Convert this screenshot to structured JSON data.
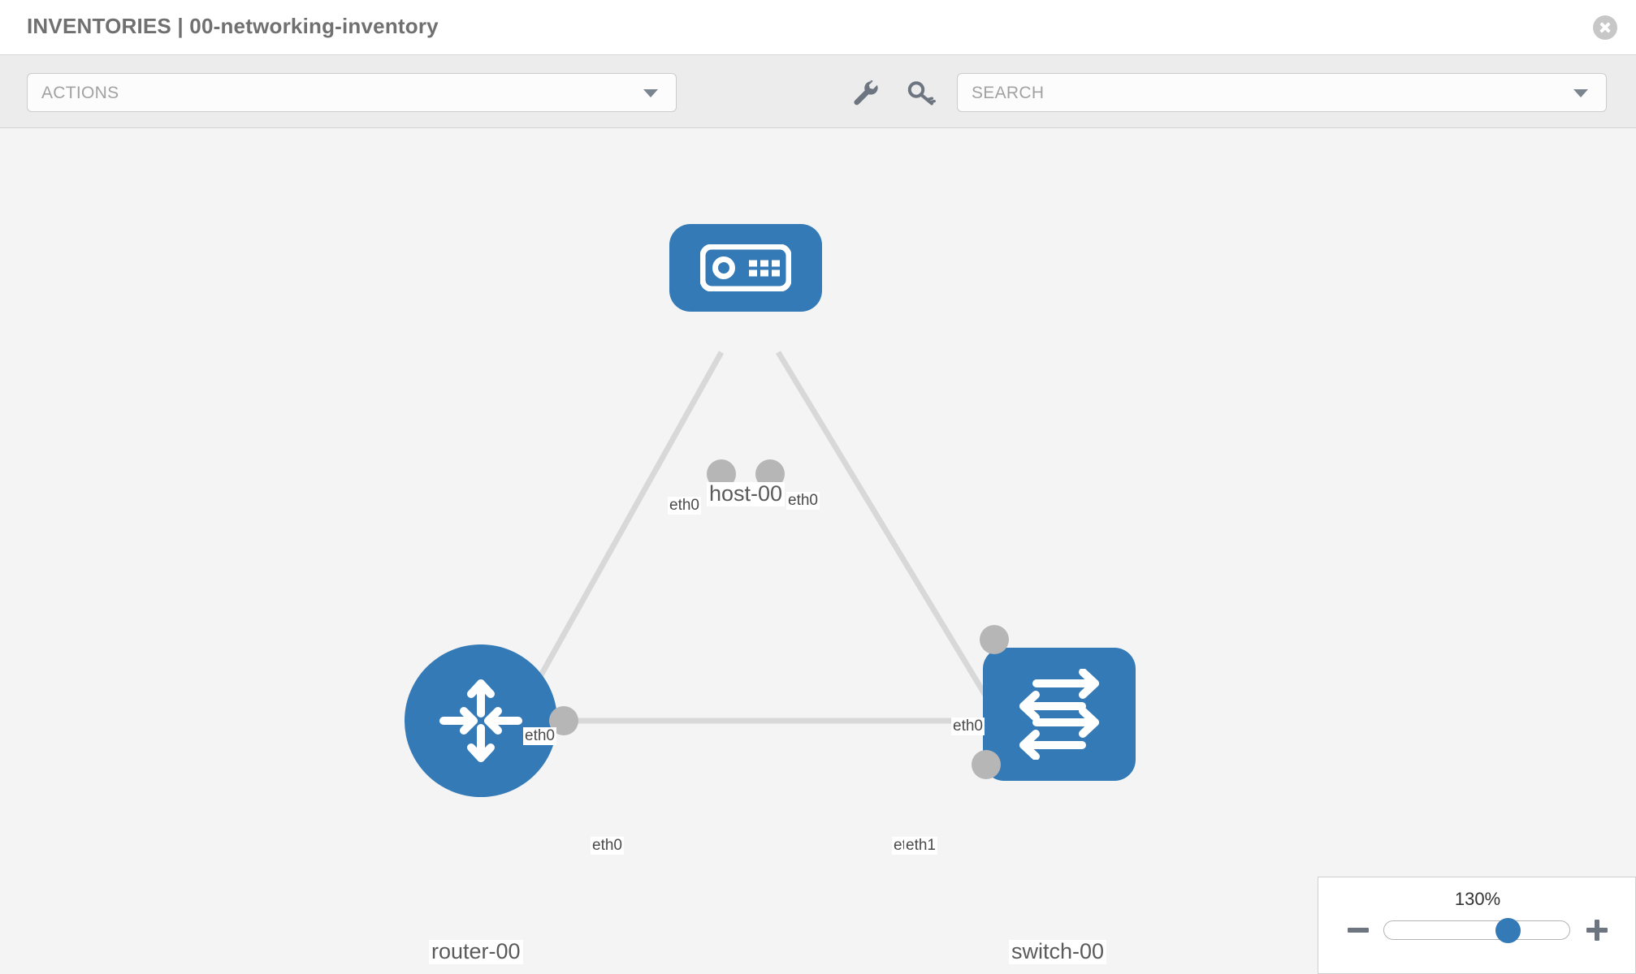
{
  "header": {
    "title": "INVENTORIES | 00-networking-inventory",
    "close_icon": "close-icon"
  },
  "toolbar": {
    "actions_label": "ACTIONS",
    "actions_caret_icon": "chevron-down-icon",
    "wrench_icon": "wrench-icon",
    "key_icon": "key-icon",
    "search_placeholder": "SEARCH",
    "search_caret_icon": "chevron-down-icon"
  },
  "topology": {
    "nodes": [
      {
        "id": "host-00",
        "label": "host-00",
        "icon": "server-icon",
        "shape": "rounded-rect",
        "color": "#337ab7"
      },
      {
        "id": "router-00",
        "label": "router-00",
        "icon": "router-icon",
        "shape": "circle",
        "color": "#337ab7"
      },
      {
        "id": "switch-00",
        "label": "switch-00",
        "icon": "switch-icon",
        "shape": "rounded-rect",
        "color": "#337ab7"
      }
    ],
    "links": [
      {
        "from": "host-00",
        "from_port": "eth0",
        "to": "router-00",
        "to_port": "eth0"
      },
      {
        "from": "host-00",
        "from_port": "eth0",
        "to": "switch-00",
        "to_port": "eth0"
      },
      {
        "from": "router-00",
        "from_port": "eth0",
        "to": "switch-00",
        "to_port": "eth0"
      },
      {
        "from": "router-00",
        "from_port": "eth0",
        "to": "switch-00",
        "to_port": "eth1"
      }
    ],
    "port_labels": {
      "host_left": "eth0",
      "host_right": "eth0",
      "router_upper": "eth0",
      "switch_upper": "eth0",
      "router_right": "eth0",
      "switch_left_a": "eth0",
      "switch_left_b": "eth1"
    },
    "link_color": "#d8d8d8",
    "nub_color": "#b6b6b6"
  },
  "zoom_control": {
    "value": "130%",
    "minus_icon": "minus-icon",
    "plus_icon": "plus-icon"
  }
}
